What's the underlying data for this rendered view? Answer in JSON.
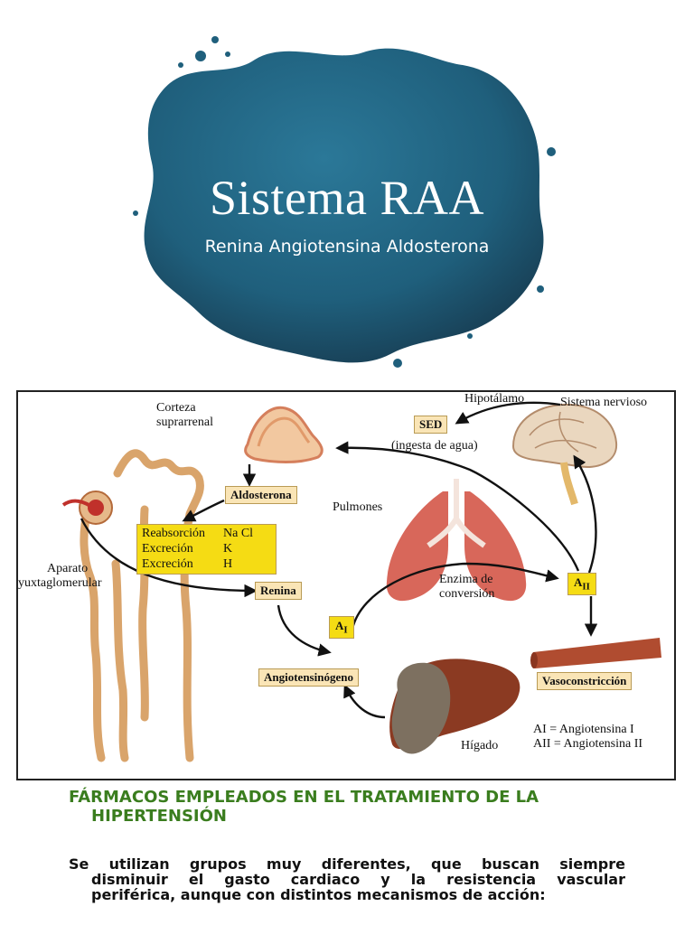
{
  "hero": {
    "title": "Sistema RAA",
    "subtitle": "Renina Angiotensina Aldosterona",
    "splash_color": "#1f5f7c"
  },
  "diagram": {
    "labels": {
      "corteza": "Corteza",
      "suprarrenal": "suprarrenal",
      "hipotalamo": "Hipotálamo",
      "sistema_nervioso": "Sistema nervioso",
      "ingesta": "(ingesta de agua)",
      "pulmones": "Pulmones",
      "aparato": "Aparato",
      "yuxtaglomerular": "yuxtaglomerular",
      "enzima": "Enzima de",
      "conversion": "conversión",
      "higado": "Hígado",
      "legend_ai": "AI = Angiotensina I",
      "legend_aii": "AII = Angiotensina II"
    },
    "boxes": {
      "sed": "SED",
      "aldosterona": "Aldosterona",
      "renina": "Renina",
      "angiotensinogeno": "Angiotensinógeno",
      "vasoconstriccion": "Vasoconstricción",
      "ai": "A",
      "ai_sub": "I",
      "aii": "A",
      "aii_sub": "II"
    },
    "effects": [
      {
        "action": "Reabsorción",
        "ion": "Na Cl"
      },
      {
        "action": "Excreción",
        "ion": "K"
      },
      {
        "action": "Excreción",
        "ion": "H"
      }
    ],
    "colors": {
      "yellow_box": "#f5dc14",
      "tan_box": "#fae5b6",
      "organ": "#e6b98a"
    }
  },
  "section": {
    "heading_line1": "FÁRMACOS EMPLEADOS EN EL TRATAMIENTO DE LA",
    "heading_line2": "HIPERTENSIÓN",
    "heading_color": "#3a7d1e",
    "body_line1": "Se utilizan grupos muy diferentes, que buscan siempre",
    "body_line2": "disminuir el gasto cardiaco y la resistencia vascular",
    "body_line3": "periférica, aunque con distintos mecanismos de acción:"
  }
}
